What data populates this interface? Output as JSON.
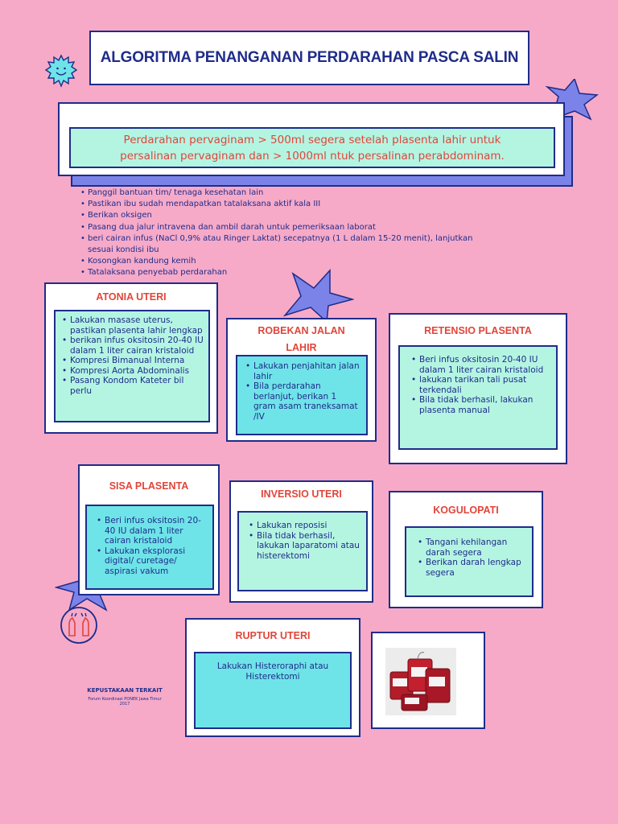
{
  "title": "ALGORITMA PENANGANAN PERDARAHAN PASCA SALIN",
  "definition": {
    "line1": "Perdarahan pervaginam > 500ml segera setelah plasenta lahir untuk",
    "line2": "persalinan pervaginam dan > 1000ml ntuk persalinan perabdominam."
  },
  "main_steps": [
    "Panggil bantuan tim/ tenaga kesehatan lain",
    "Pastikan ibu sudah mendapatkan tatalaksana aktif kala III",
    "Berikan oksigen",
    "Pasang dua jalur intravena dan ambil darah untuk pemeriksaan laborat",
    "beri cairan infus (NaCl 0,9% atau Ringer Laktat) secepatnya (1 L dalam 15-20 menit), lanjutkan",
    "sesuai kondisi ibu",
    "Kosongkan kandung kemih",
    "Tatalaksana penyebab perdarahan"
  ],
  "cards": {
    "atonia": {
      "title": "ATONIA UTERI",
      "items": [
        "Lakukan masase uterus, pastikan plasenta lahir lengkap",
        "berikan infus oksitosin 20-40 IU dalam 1 liter cairan kristaloid",
        "Kompresi Bimanual Interna",
        "Kompresi Aorta Abdominalis",
        "Pasang Kondom Kateter bil perlu"
      ]
    },
    "robekan": {
      "title_line1": "ROBEKAN JALAN",
      "title_line2": "LAHIR",
      "items": [
        "Lakukan penjahitan jalan lahir",
        "Bila perdarahan berlanjut, berikan 1 gram asam traneksamat /IV"
      ]
    },
    "retensio": {
      "title": "RETENSIO PLASENTA",
      "items": [
        "Beri infus oksitosin 20-40 IU dalam 1 liter cairan kristaloid",
        "lakukan tarikan tali pusat terkendali",
        "Bila tidak berhasil, lakukan plasenta manual"
      ]
    },
    "sisa": {
      "title": "SISA PLASENTA",
      "items": [
        "Beri infus oksitosin 20-40 IU dalam 1 liter cairan kristaloid",
        "Lakukan eksplorasi digital/ curetage/ aspirasi vakum"
      ]
    },
    "inversio": {
      "title": "INVERSIO UTERI",
      "items": [
        "Lakukan reposisi",
        "Bila tidak berhasil, lakukan laparatomi atau histerektomi"
      ]
    },
    "kogulopati": {
      "title": "KOGULOPATI",
      "items": [
        "Tangani kehilangan darah segera",
        "Berikan darah lengkap segera"
      ]
    },
    "ruptur": {
      "title": "RUPTUR UTERI",
      "text_line1": "Lakukan Histeroraphi atau",
      "text_line2": "Histerektomi"
    }
  },
  "reference": {
    "title": "KEPUSTAKAAN TERKAIT",
    "line1": "Forum Koordinasi PONEK Jawa Timur",
    "line2": "2017"
  },
  "colors": {
    "background": "#f6aac8",
    "navy": "#1f2c8a",
    "accent_red": "#e0453a",
    "mint": "#b4f5e2",
    "cyan": "#6fe4e8",
    "periwinkle": "#7b83e8"
  },
  "icons": [
    "smiley-virus-icon",
    "star-burst-icon",
    "raised-hands-icon",
    "blood-bags-photo"
  ]
}
